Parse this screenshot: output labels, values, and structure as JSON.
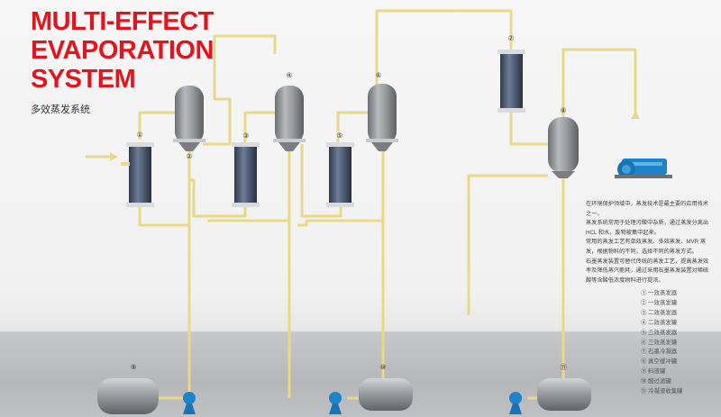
{
  "title": {
    "line1": "MULTI-EFFECT",
    "line2": "EVAPORATION",
    "line3": "SYSTEM"
  },
  "subtitle": "多效蒸发系统",
  "description": [
    "在环境保护领域中，蒸发技术是最主要的应用技术之一。",
    "蒸发系统常用于处理污酸中杂质，通过蒸发分离出 HCL 和水，废物被集中起来。",
    "常用的蒸发工艺有单效蒸发、多效蒸发、MVR 蒸发，根据物料的不同，选择不同的蒸发方式。",
    "石墨蒸发装置可替代传统的蒸发工艺，提高蒸发效率及降低蒸汽能耗，通过采用石墨蒸发装置对稀硫酸等含酸低浓度物料进行提浓。"
  ],
  "markers": [
    "①",
    "②",
    "③",
    "④",
    "⑤",
    "⑥",
    "⑦",
    "⑧",
    "⑨",
    "⑩",
    "⑪"
  ],
  "legend": [
    "① 一效蒸发器",
    "② 一效蒸发罐",
    "③ 二效蒸发器",
    "④ 二效蒸发罐",
    "⑤ 三效蒸发器",
    "⑥ 三效蒸发罐",
    "⑦ 石墨冷凝器",
    "⑧ 真空缓冲罐",
    "⑨ 料液罐",
    "⑩ 酸过滤罐",
    "⑪ 冷凝液收集罐"
  ],
  "colors": {
    "title": "#e3141d",
    "pipe": "#e8d98a",
    "vessel": "#8d9094",
    "column": "#4c5a70",
    "pump": "#1d83c8"
  }
}
